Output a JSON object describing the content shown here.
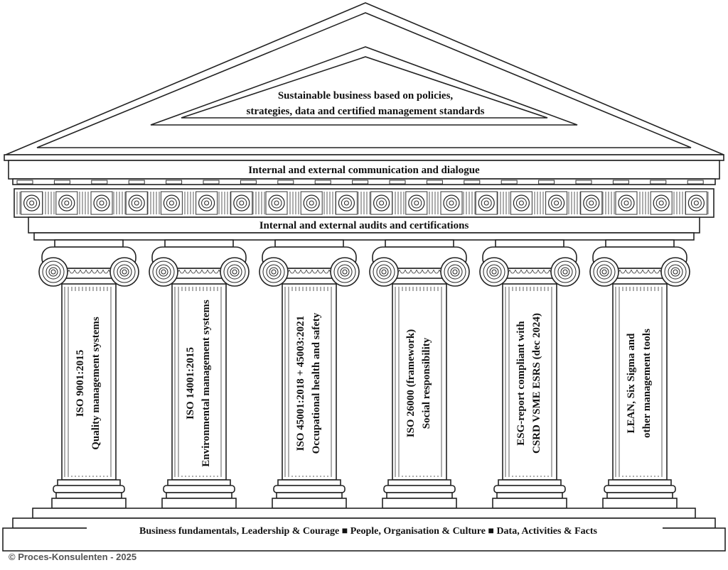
{
  "roof": {
    "line1": "Sustainable business based on policies,",
    "line2": "strategies, data and certified management standards"
  },
  "cornice_text": "Internal and external communication and dialogue",
  "architrave_text": "Internal and external audits and certifications",
  "pillars": [
    {
      "line1": "ISO 9001:2015",
      "line2": "Quality management systems"
    },
    {
      "line1": "ISO 14001:2015",
      "line2": "Environmental management systems"
    },
    {
      "line1": "ISO 45001:2018 + 45003:2021",
      "line2": "Occupational health and safety"
    },
    {
      "line1": "ISO 26000 (framework)",
      "line2": "Social responsibility"
    },
    {
      "line1": "ESG-report compliant with",
      "line2": "CSRD VSME ESRS (dec 2024)"
    },
    {
      "line1": "LEAN, Six Sigma and",
      "line2": "other management tools"
    }
  ],
  "foundation_text": "Business fundamentals, Leadership & Courage ■ People, Organisation & Culture ■ Data, Activities & Facts",
  "copyright": "© Proces-Konsulenten - 2025"
}
